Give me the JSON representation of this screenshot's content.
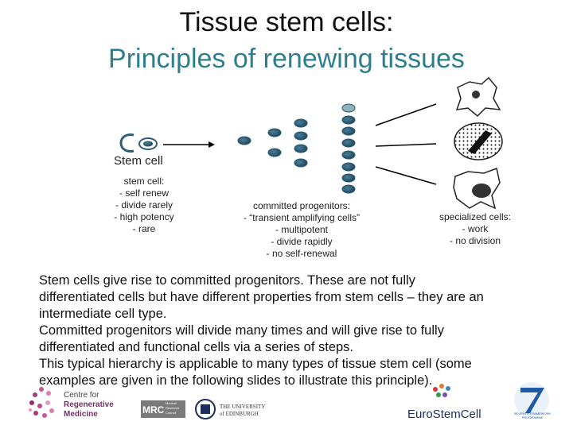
{
  "title": {
    "line1": "Tissue stem cells:",
    "line2": "Principles of renewing tissues",
    "line2_color": "#2e7f8e"
  },
  "diagram": {
    "stem_cell_label": "Stem cell",
    "stem_cell_desc": [
      "stem cell:",
      "- self renew",
      "- divide rarely",
      "- high potency",
      "- rare"
    ],
    "progenitor_desc": [
      "committed progenitors:",
      "- “transient amplifying cells”",
      "- multipotent",
      "- divide rapidly",
      "- no self-renewal"
    ],
    "specialized_desc": [
      "specialized cells:",
      "- work",
      "- no division"
    ],
    "cell_color": "#2f5f78",
    "arrow_color": "#000000"
  },
  "body_text": [
    "Stem cells give rise to committed progenitors. These are not fully",
    "differentiated cells but have different properties from stem cells – they are an",
    "intermediate cell type.",
    "Committed progenitors will divide many times and will give rise to fully",
    "differentiated and functional cells via a series of steps.",
    "This typical hierarchy is applicable to many types of tissue stem cell (some",
    "examples are given in the following slides to illustrate this principle)."
  ],
  "footer": {
    "crm_logo": [
      "Centre for",
      "Regenerative",
      "Medicine"
    ],
    "mrc_logo": "MRC",
    "mrc_small": [
      "Medical",
      "Research",
      "Council"
    ],
    "edinburgh_logo": [
      "THE UNIVERSITY",
      "of EDINBURGH"
    ],
    "eurostemcell_logo": "EuroStemCell",
    "fp7_logo": [
      "SEVENTH FRAMEWORK",
      "PROGRAMME"
    ]
  }
}
